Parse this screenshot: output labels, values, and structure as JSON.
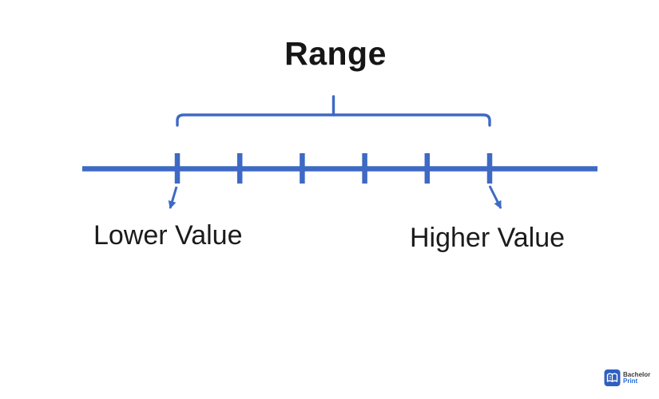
{
  "title": "Range",
  "diagram": {
    "accent_color": "#3e69c4",
    "text_color": "#1b1b1b",
    "lower_label": "Lower Value",
    "higher_label": "Higher Value",
    "tick_count": 6
  },
  "logo": {
    "icon": "open-book-icon",
    "icon_color": "#2f5fc0",
    "name_top": "Bachelor",
    "name_bottom": "Print",
    "name_top_color": "#3a3a3a",
    "name_bottom_color": "#2a6bd3"
  }
}
